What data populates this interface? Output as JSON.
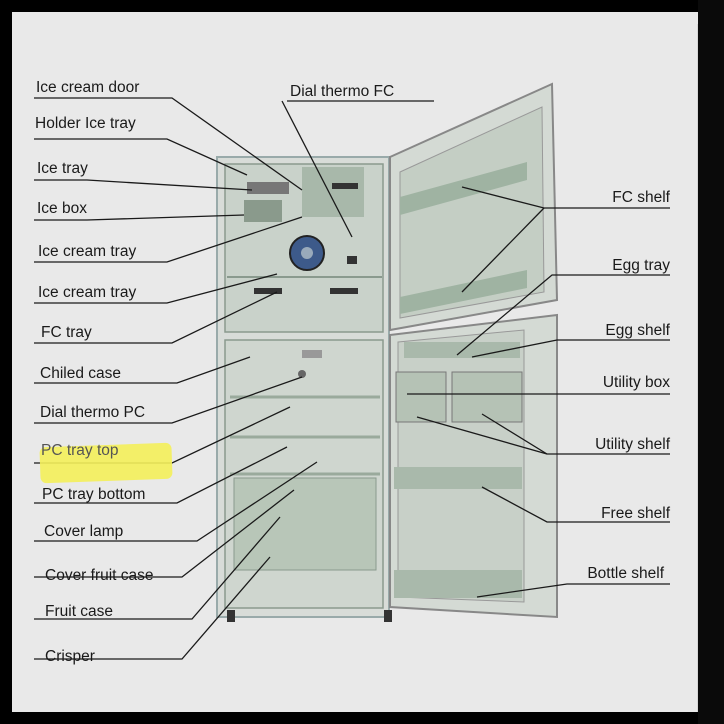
{
  "left_labels": [
    {
      "key": "ice_cream_door",
      "text": "Ice cream door"
    },
    {
      "key": "holder_ice_tray",
      "text": "Holder Ice tray"
    },
    {
      "key": "ice_tray",
      "text": "Ice tray"
    },
    {
      "key": "ice_box",
      "text": "Ice box"
    },
    {
      "key": "ice_cream_tray_1",
      "text": "Ice cream tray"
    },
    {
      "key": "ice_cream_tray_2",
      "text": "Ice cream tray"
    },
    {
      "key": "fc_tray",
      "text": "FC tray"
    },
    {
      "key": "chiled_case",
      "text": "Chiled case"
    },
    {
      "key": "dial_thermo_pc",
      "text": "Dial thermo PC"
    },
    {
      "key": "pc_tray_top",
      "text": "PC tray top"
    },
    {
      "key": "pc_tray_bottom",
      "text": "PC tray bottom"
    },
    {
      "key": "cover_lamp",
      "text": "Cover lamp"
    },
    {
      "key": "cover_fruit_case",
      "text": "Cover fruit case"
    },
    {
      "key": "fruit_case",
      "text": "Fruit case"
    },
    {
      "key": "crisper",
      "text": "Crisper"
    }
  ],
  "top_label": {
    "key": "dial_thermo_fc",
    "text": "Dial thermo FC"
  },
  "right_labels": [
    {
      "key": "fc_shelf",
      "text": "FC shelf"
    },
    {
      "key": "egg_tray",
      "text": "Egg tray"
    },
    {
      "key": "egg_shelf",
      "text": "Egg shelf"
    },
    {
      "key": "utility_box",
      "text": "Utility box"
    },
    {
      "key": "utility_shelf",
      "text": "Utility shelf"
    },
    {
      "key": "free_shelf",
      "text": "Free shelf"
    },
    {
      "key": "bottle_shelf",
      "text": "Bottle shelf"
    }
  ],
  "highlighted_label": "pc_tray_top",
  "colors": {
    "highlight": "#f4f05a",
    "background": "#e9e9e9",
    "line": "#1a1a1a"
  }
}
